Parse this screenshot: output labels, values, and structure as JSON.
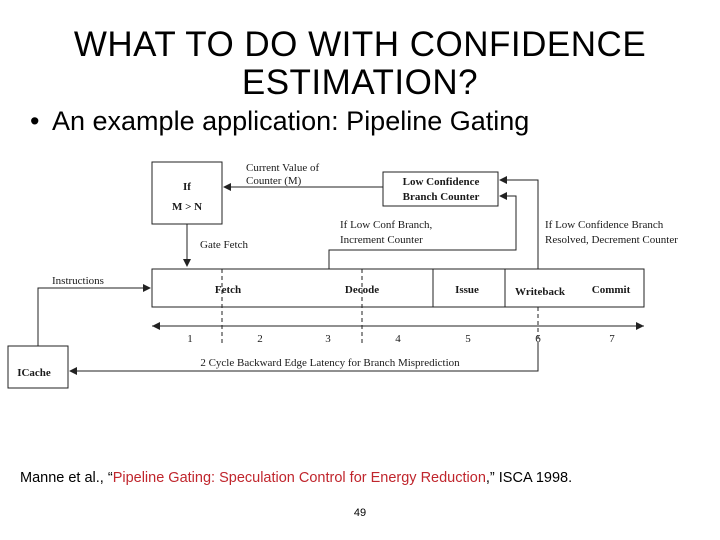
{
  "slide": {
    "title_line1": "WHAT TO DO WITH CONFIDENCE",
    "title_line2": "ESTIMATION?",
    "bullet_symbol": "•",
    "bullet_text": "An example application: Pipeline Gating",
    "page_number": "49"
  },
  "diagram": {
    "gate_box_line1": "If",
    "gate_box_line2": "M > N",
    "current_value_line1": "Current Value of",
    "current_value_line2": "Counter (M)",
    "lcbc_line1": "Low Confidence",
    "lcbc_line2": "Branch Counter",
    "increment_line1": "If Low Conf Branch,",
    "increment_line2": "Increment Counter",
    "decrement_line1": "If Low Confidence Branch",
    "decrement_line2": "Resolved, Decrement Counter",
    "gate_fetch": "Gate Fetch",
    "instructions": "Instructions",
    "icache": "ICache",
    "stages": [
      "Fetch",
      "Decode",
      "Issue",
      "Writeback",
      "Commit"
    ],
    "cycle_numbers": [
      "1",
      "2",
      "3",
      "4",
      "5",
      "6",
      "7"
    ],
    "latency_label": "2 Cycle Backward Edge Latency for Branch Misprediction"
  },
  "citation": {
    "prefix": "Manne et al., “",
    "title": "Pipeline Gating: Speculation Control for Energy Reduction",
    "suffix": ",” ISCA 1998."
  }
}
